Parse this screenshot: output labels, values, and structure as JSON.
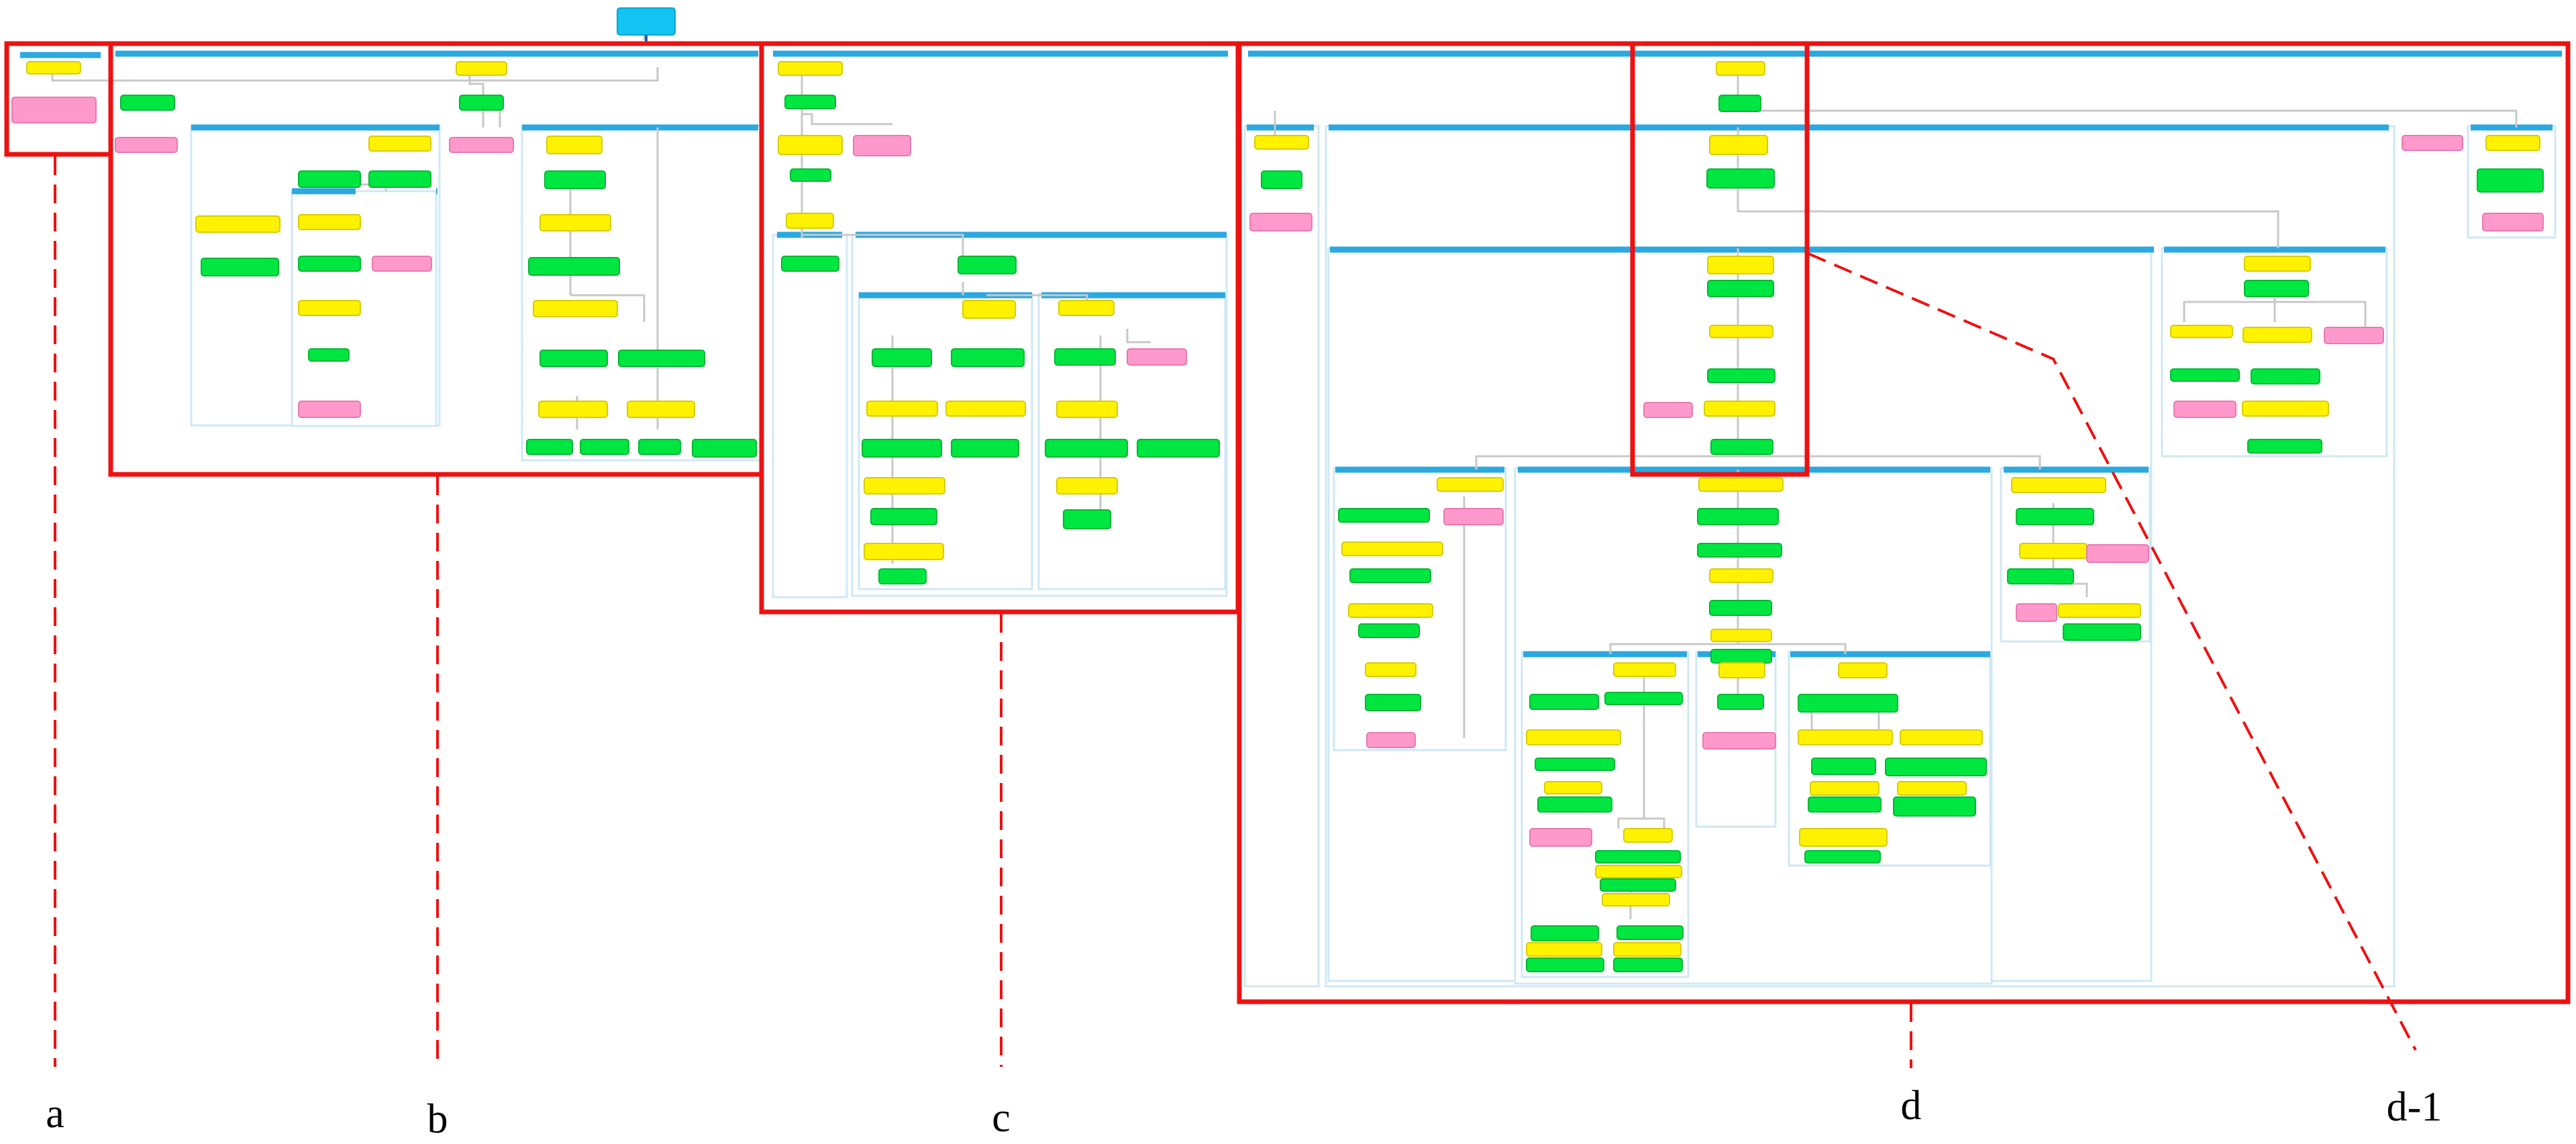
{
  "colors": {
    "top_bar": "#2ba8e0",
    "root_node": "#13c4f2",
    "yellow_node": "#fff200",
    "green_node": "#00e640",
    "pink_node": "#ff99cc",
    "subframe_border": "#cfe8f4",
    "connector": "#c8c8c8",
    "highlight": "#ee1111"
  },
  "labels": [
    "a",
    "b",
    "c",
    "d",
    "d-1"
  ]
}
